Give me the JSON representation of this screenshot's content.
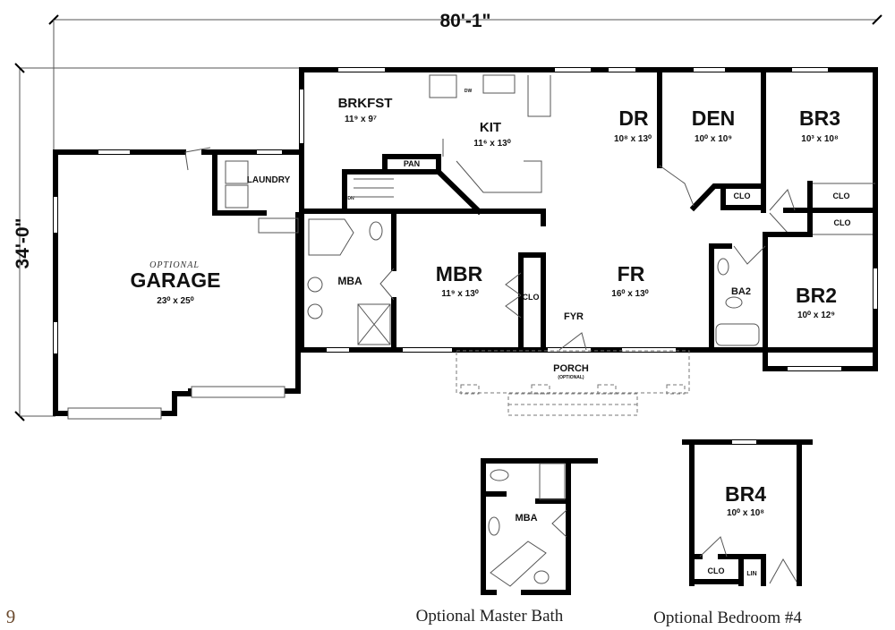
{
  "dimensions": {
    "width": "80'-1\"",
    "depth": "34'-0\""
  },
  "page_number": "9",
  "page_number_color": "#6b4a2e",
  "rooms": {
    "brkfst": {
      "name": "BRKFST",
      "size": "11⁹ x 9⁷"
    },
    "kit": {
      "name": "KIT",
      "size": "11⁶ x 13⁰"
    },
    "dr": {
      "name": "DR",
      "size": "10⁸ x 13⁰"
    },
    "den": {
      "name": "DEN",
      "size": "10⁰ x 10⁹"
    },
    "br3": {
      "name": "BR3",
      "size": "10³ x 10⁸"
    },
    "mbr": {
      "name": "MBR",
      "size": "11⁹ x 13⁰"
    },
    "fr": {
      "name": "FR",
      "size": "16⁰ x 13⁰"
    },
    "br2": {
      "name": "BR2",
      "size": "10⁰ x 12⁹"
    },
    "garage": {
      "qualifier": "OPTIONAL",
      "name": "GARAGE",
      "size": "23⁰ x 25⁰"
    },
    "br4": {
      "name": "BR4",
      "size": "10⁰ x 10⁸"
    }
  },
  "labels": {
    "laundry": "LAUNDRY",
    "pan": "PAN",
    "mba": "MBA",
    "clo": "CLO",
    "ba2": "BA2",
    "fyr": "FYR",
    "porch": "PORCH",
    "porch_note": "(OPTIONAL)",
    "dw": "DW",
    "dn": "DN",
    "lin": "LIN"
  },
  "captions": {
    "master_bath": "Optional Master Bath",
    "bedroom4": "Optional Bedroom #4"
  }
}
